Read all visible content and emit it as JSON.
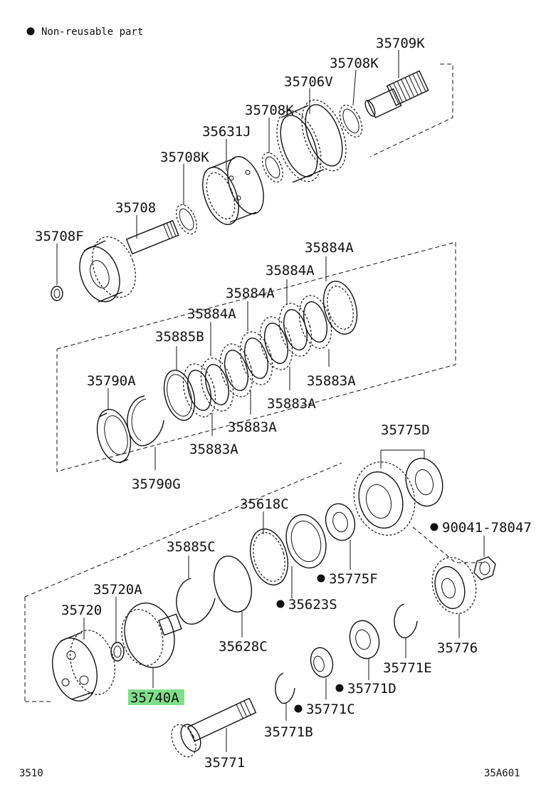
{
  "legend": {
    "text": "Non-reusable part"
  },
  "labels": {
    "p35709K": "35709K",
    "p35708K_a": "35708K",
    "p35706V": "35706V",
    "p35708K_b": "35708K",
    "p35631J": "35631J",
    "p35708K_c": "35708K",
    "p35708": "35708",
    "p35708F": "35708F",
    "p35884A_a": "35884A",
    "p35884A_b": "35884A",
    "p35884A_c": "35884A",
    "p35884A_d": "35884A",
    "p35885B": "35885B",
    "p35790A": "35790A",
    "p35883A_a": "35883A",
    "p35883A_b": "35883A",
    "p35883A_c": "35883A",
    "p35883A_d": "35883A",
    "p35790G": "35790G",
    "p35775D": "35775D",
    "p35618C": "35618C",
    "p90041": "90041-78047",
    "p35885C": "35885C",
    "p35775F": "35775F",
    "p35720A": "35720A",
    "p35623S": "35623S",
    "p35720": "35720",
    "p35628C": "35628C",
    "p35776": "35776",
    "p35771E": "35771E",
    "p35740A": "35740A",
    "p35771D": "35771D",
    "p35771C": "35771C",
    "p35771B": "35771B",
    "p35771": "35771"
  },
  "highlighted_part": "35740A",
  "highlight_color": "#7fe08a",
  "footer": {
    "left_code": "3510",
    "right_code": "35A601"
  }
}
